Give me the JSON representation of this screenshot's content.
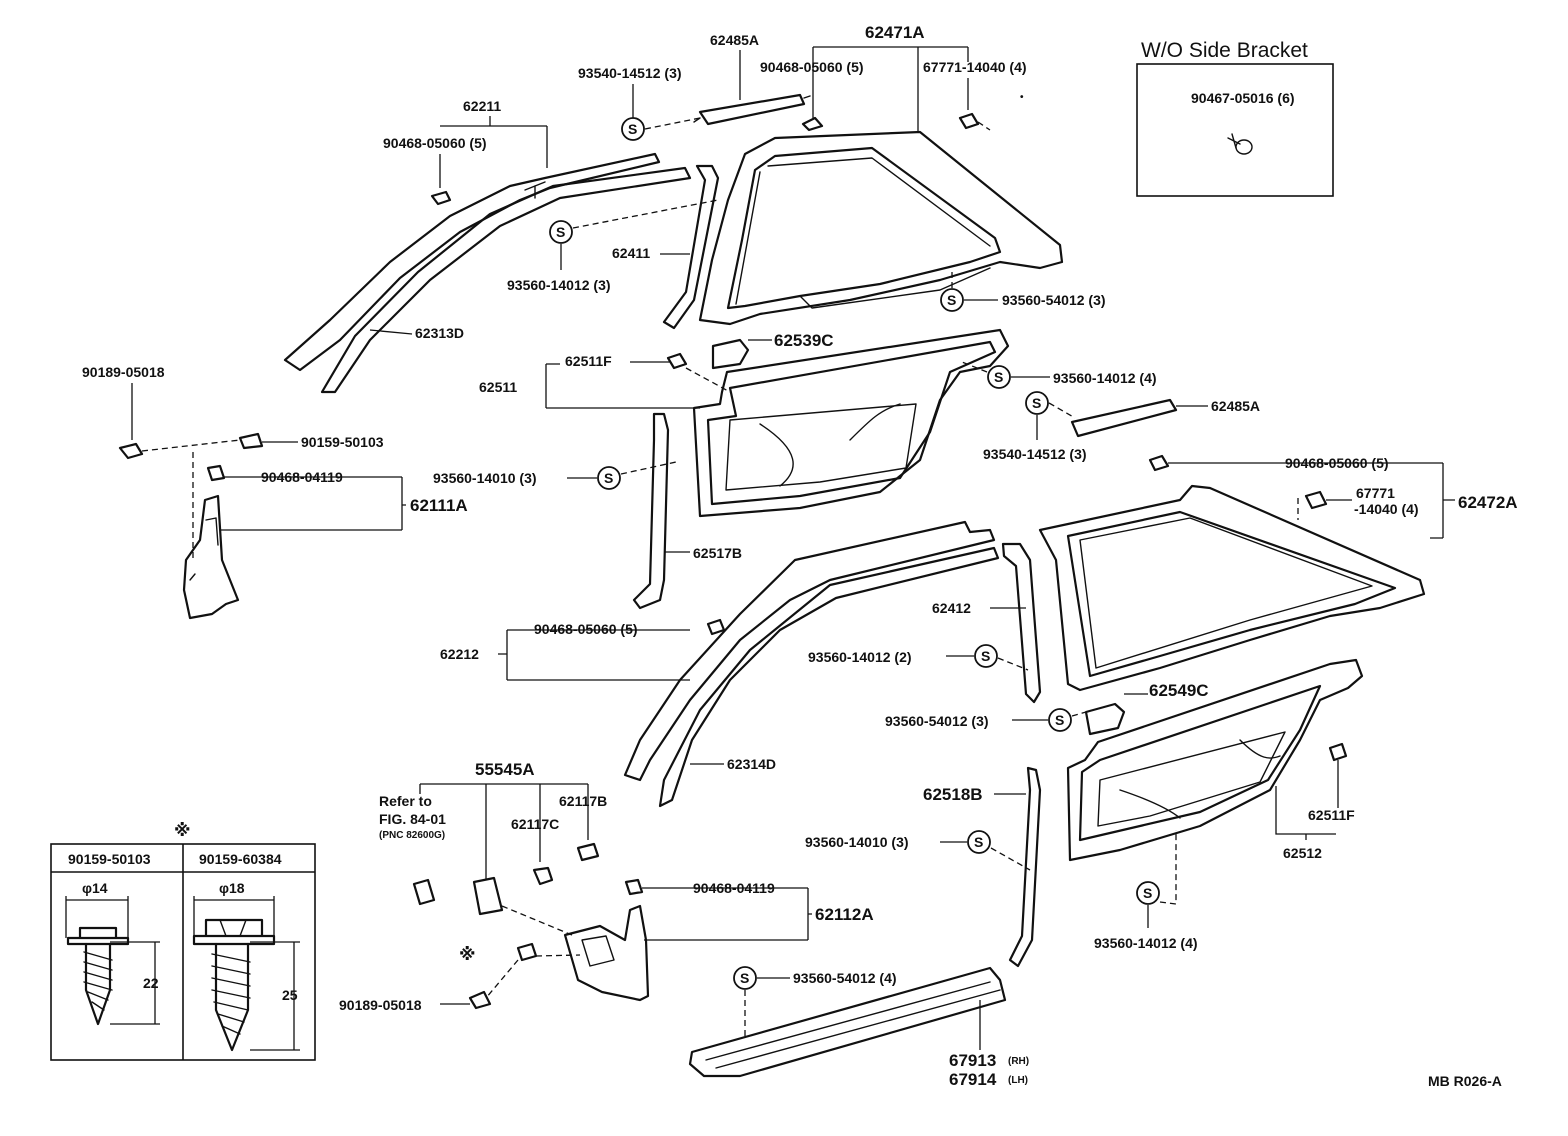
{
  "inset": {
    "title": "W/O Side Bracket",
    "part": "90467-05016 (6)"
  },
  "labels": {
    "p62471A": "62471A",
    "p62485A_top": "62485A",
    "p90468_05060_top": "90468-05060 (5)",
    "p67771_14040_top": "67771-14040 (4)",
    "p93540_14512_top": "93540-14512 (3)",
    "p62211": "62211",
    "p90468_05060_left": "90468-05060 (5)",
    "p62411": "62411",
    "p93560_14012_3": "93560-14012 (3)",
    "p93560_54012_3_top": "93560-54012 (3)",
    "p62313D": "62313D",
    "p62539C": "62539C",
    "p62511F_top": "62511F",
    "p62511": "62511",
    "p93560_14012_4_mid": "93560-14012 (4)",
    "p62485A_mid": "62485A",
    "p93540_14512_mid": "93540-14512 (3)",
    "p90189_05018_left": "90189-05018",
    "p90159_50103": "90159-50103",
    "p90468_04119_left": "90468-04119",
    "p62111A": "62111A",
    "p93560_14010_left": "93560-14010 (3)",
    "p62517B": "62517B",
    "p90468_05060_right": "90468-05060 (5)",
    "p67771_a": "67771",
    "p67771_b": "-14040 (4)",
    "p62472A": "62472A",
    "p62412": "62412",
    "p90468_05060_mid": "90468-05060 (5)",
    "p62212": "62212",
    "p93560_14012_2": "93560-14012 (2)",
    "p62549C": "62549C",
    "p93560_54012_3_mid": "93560-54012 (3)",
    "p62314D": "62314D",
    "p55545A": "55545A",
    "refer1": "Refer to",
    "refer2": "FIG. 84-01",
    "refer3": "(PNC 82600G)",
    "p62117B": "62117B",
    "p62117C": "62117C",
    "p62518B": "62518B",
    "p62511F_right": "62511F",
    "p93560_14010_right": "93560-14010 (3)",
    "p62512": "62512",
    "p90468_04119_bottom": "90468-04119",
    "p62112A": "62112A",
    "p93560_54012_4": "93560-54012 (4)",
    "p90189_05018_bottom": "90189-05018",
    "p93560_14012_4_bottom": "93560-14012 (4)",
    "p67913": "67913",
    "p67913_side": "(RH)",
    "p67914": "67914",
    "p67914_side": "(LH)",
    "footer_code": "MB  R026-A"
  },
  "s_marker": "S",
  "asterisk": "※",
  "screw_table": {
    "headers": [
      "90159-50103",
      "90159-60384"
    ],
    "diameters": [
      "φ14",
      "φ18"
    ],
    "lengths": [
      "22",
      "25"
    ]
  }
}
